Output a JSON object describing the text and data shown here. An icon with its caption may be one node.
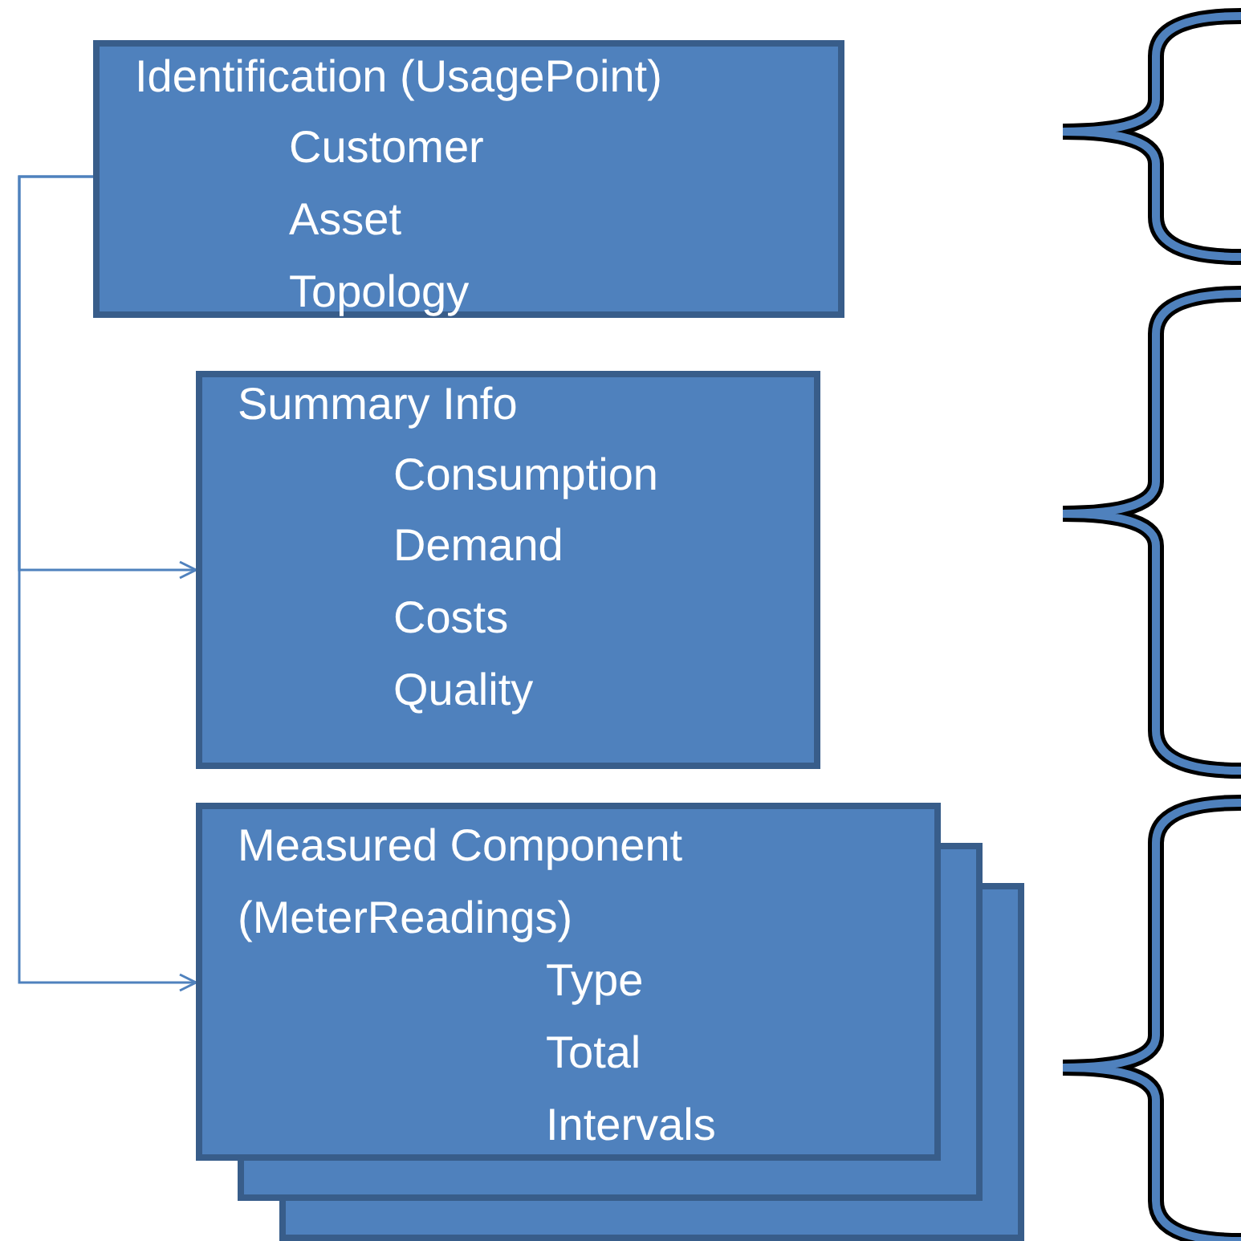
{
  "diagram": {
    "nodes": [
      {
        "text": [
          "Identification (UsagePoint)",
          "Customer",
          "Asset",
          "Topology"
        ]
      },
      {
        "text": [
          "Summary Info",
          "Consumption",
          "Demand",
          "Costs",
          "Quality"
        ]
      },
      {
        "text": [
          "Measured Component (MeterReadings)",
          "Type",
          "Total",
          "Intervals"
        ]
      }
    ],
    "edges": [
      {
        "from": 0,
        "to": 1,
        "arrow": "to"
      },
      {
        "from": 0,
        "to": 2,
        "arrow": "to"
      }
    ]
  }
}
